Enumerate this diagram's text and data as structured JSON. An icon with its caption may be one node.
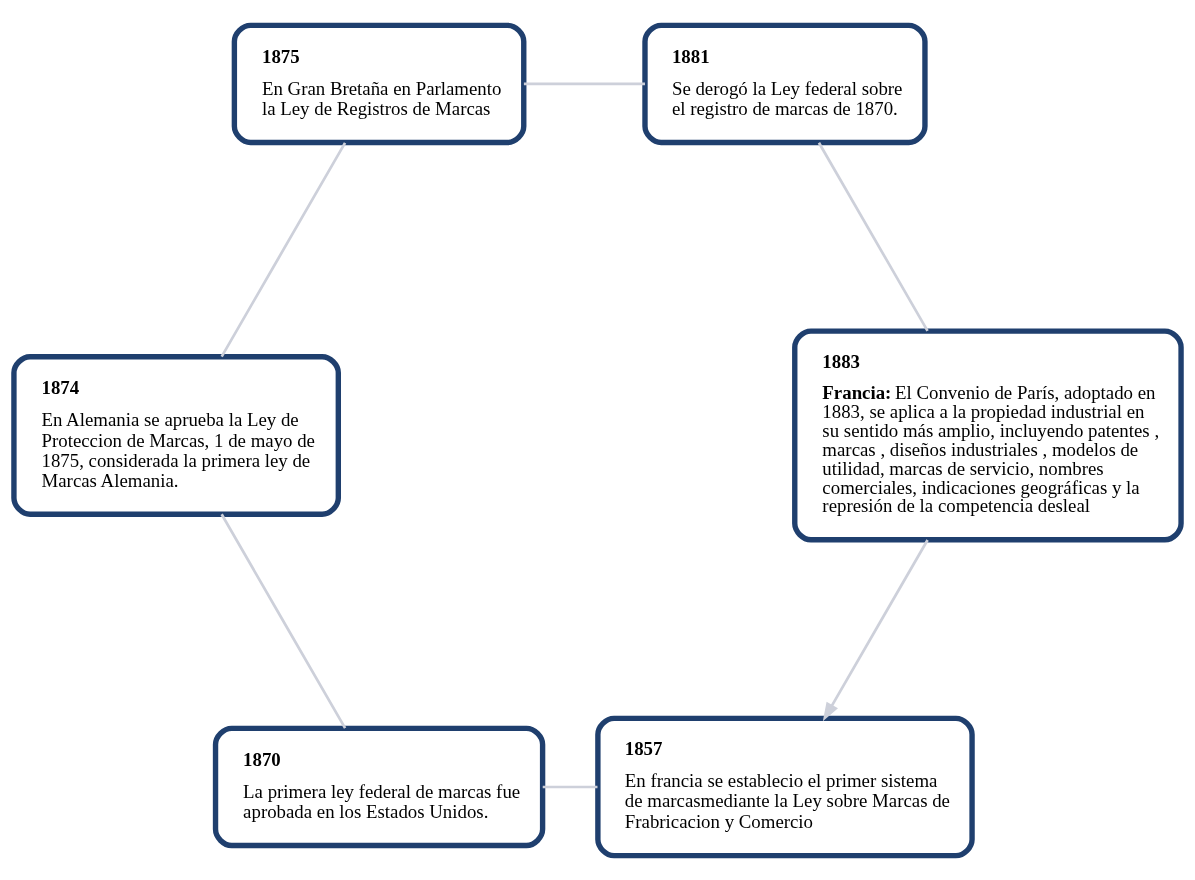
{
  "diagram": {
    "nodes": [
      {
        "text": [
          "1857",
          "En francia se establecio el primer sistema de marcasmediante la Ley sobre Marcas de Frabricacion y Comercio"
        ]
      },
      {
        "text": [
          "1870",
          "La primera ley federal de marcas fue aprobada en los Estados Unidos."
        ]
      },
      {
        "text": [
          "1874",
          "En Alemania se aprueba la Ley de Proteccion de Marcas, 1 de mayo de 1875, considerada la primera ley de Marcas Alemania."
        ]
      },
      {
        "text": [
          "1875",
          "En Gran Bretaña en Parlamento la Ley de Registros de Marcas"
        ]
      },
      {
        "text": [
          "1881",
          "Se derogó la Ley federal sobre el registro de marcas de 1870."
        ]
      },
      {
        "text": [
          "1883",
          "**Francia:** El Convenio de París, adoptado en 1883, se aplica a la propiedad industrial en su sentido más amplio, incluyendo patentes , marcas , diseños industriales , modelos de utilidad, marcas de servicio, nombres comerciales, indicaciones geográficas y la represión de la competencia desleal"
        ]
      }
    ],
    "edges": [
      {
        "from": 0,
        "to": 1,
        "arrow": "none"
      },
      {
        "from": 1,
        "to": 2,
        "arrow": "none"
      },
      {
        "from": 2,
        "to": 3,
        "arrow": "none"
      },
      {
        "from": 3,
        "to": 4,
        "arrow": "none"
      },
      {
        "from": 4,
        "to": 5,
        "arrow": "none"
      },
      {
        "from": 5,
        "to": 0,
        "arrow": "to"
      }
    ]
  }
}
